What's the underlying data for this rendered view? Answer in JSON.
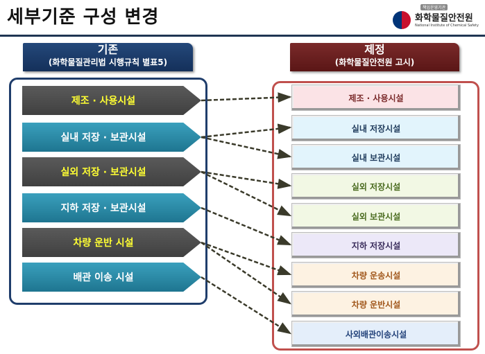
{
  "title": "세부기준 구성 변경",
  "logo": {
    "tag": "책임운영기관",
    "name": "화학물질안전원",
    "en": "National Institute of Chemical Safety"
  },
  "left_header": {
    "title": "기존",
    "subtitle": "(화학물질관리법 시행규칙 별표5)"
  },
  "right_header": {
    "title": "제정",
    "subtitle": "(화학물질안전원 고시)"
  },
  "left_items": [
    {
      "label": "제조 · 사용시설",
      "style": "gray"
    },
    {
      "label": "실내 저장 · 보관시설",
      "style": "teal"
    },
    {
      "label": "실외 저장 · 보관시설",
      "style": "gray"
    },
    {
      "label": "지하 저장 · 보관시설",
      "style": "teal"
    },
    {
      "label": "차량 운반 시설",
      "style": "gray"
    },
    {
      "label": "배관 이송 시설",
      "style": "teal"
    }
  ],
  "right_items": [
    {
      "label": "제조 · 사용시설",
      "bg": "#fbe3e6",
      "color": "#7a2a2a"
    },
    {
      "label": "실내 저장시설",
      "bg": "#e2f4fc",
      "color": "#1f3b5c"
    },
    {
      "label": "실내 보관시설",
      "bg": "#e2f4fc",
      "color": "#1f3b5c"
    },
    {
      "label": "실외 저장시설",
      "bg": "#f2f8e4",
      "color": "#4a6b1f"
    },
    {
      "label": "실외 보관시설",
      "bg": "#f2f8e4",
      "color": "#4a6b1f"
    },
    {
      "label": "지하 저장시설",
      "bg": "#ece8f8",
      "color": "#3a2d5c"
    },
    {
      "label": "차량 운송시설",
      "bg": "#fdf2e2",
      "color": "#a0561a"
    },
    {
      "label": "차량 운반시설",
      "bg": "#fdf2e2",
      "color": "#a0561a"
    },
    {
      "label": "사외배관이송시설",
      "bg": "#e4eefa",
      "color": "#23427a"
    }
  ],
  "mapping": [
    [
      0,
      0
    ],
    [
      1,
      1
    ],
    [
      1,
      2
    ],
    [
      2,
      3
    ],
    [
      2,
      4
    ],
    [
      3,
      5
    ],
    [
      4,
      6
    ],
    [
      4,
      7
    ],
    [
      5,
      8
    ]
  ]
}
